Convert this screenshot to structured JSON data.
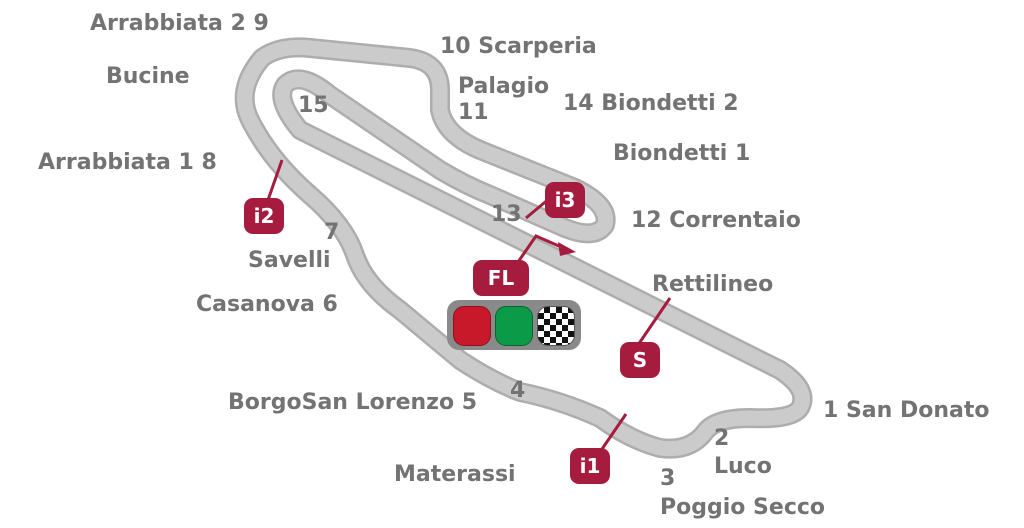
{
  "title": "Circuit map",
  "corners": [
    {
      "id": "c1",
      "text": "1 San Donato"
    },
    {
      "id": "c2n",
      "text": "2"
    },
    {
      "id": "c2",
      "text": "Luco"
    },
    {
      "id": "c3n",
      "text": "3"
    },
    {
      "id": "c3",
      "text": "Poggio Secco"
    },
    {
      "id": "c4",
      "text": "4"
    },
    {
      "id": "mat",
      "text": "Materassi"
    },
    {
      "id": "c5",
      "text": "BorgoSan Lorenzo 5"
    },
    {
      "id": "c6",
      "text": "Casanova 6"
    },
    {
      "id": "c7n",
      "text": "7"
    },
    {
      "id": "c7",
      "text": "Savelli"
    },
    {
      "id": "c8",
      "text": "Arrabbiata 1  8"
    },
    {
      "id": "buc",
      "text": "Bucine"
    },
    {
      "id": "c9",
      "text": "Arrabbiata 2  9"
    },
    {
      "id": "c10",
      "text": "10 Scarperia"
    },
    {
      "id": "c11",
      "text": "Palagio"
    },
    {
      "id": "c11n",
      "text": "11"
    },
    {
      "id": "c14",
      "text": "14 Biondetti 2"
    },
    {
      "id": "c13b",
      "text": "Biondetti 1"
    },
    {
      "id": "c12",
      "text": "12 Correntaio"
    },
    {
      "id": "c13",
      "text": "13"
    },
    {
      "id": "c15",
      "text": "15"
    },
    {
      "id": "ret",
      "text": "Rettilineo"
    }
  ],
  "markers": {
    "i1": "i1",
    "i2": "i2",
    "i3": "i3",
    "s": "S",
    "fl": "FL"
  },
  "colors": {
    "track": "#c9c9c9",
    "marker": "#a51c3e",
    "text": "#737373",
    "red": "#c8192b",
    "green": "#0b9a48"
  }
}
